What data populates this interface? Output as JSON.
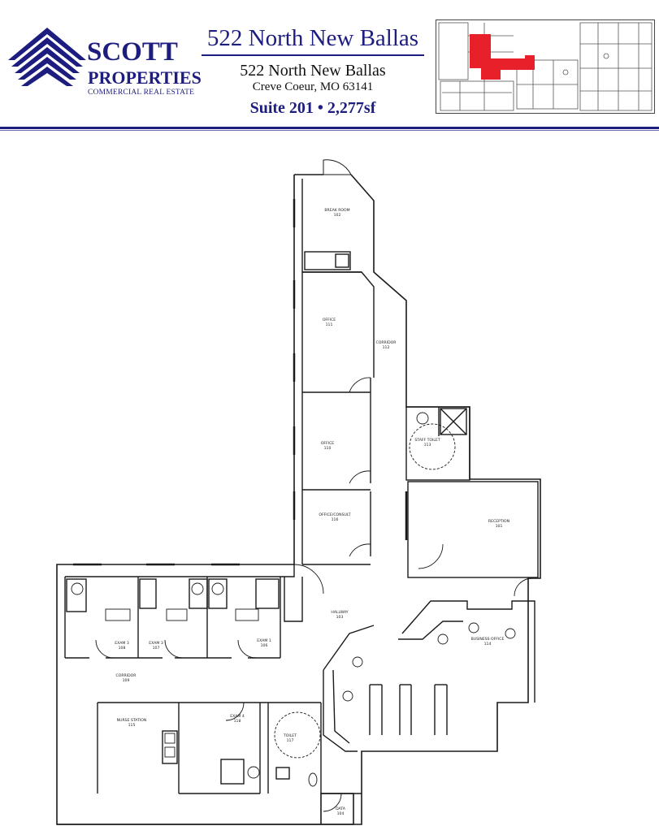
{
  "brand": {
    "name": "SCOTT",
    "sub": "PROPERTIES",
    "tag": "COMMERCIAL REAL ESTATE",
    "color": "#1d1d80"
  },
  "header": {
    "title": "522 North New Ballas",
    "address_line1": "522 North New Ballas",
    "address_line2": "Creve Coeur, MO  63141",
    "suite": "Suite 201  •  2,277sf"
  },
  "keyplan": {
    "highlight_color": "#e8202a"
  },
  "rooms": [
    {
      "id": "break",
      "label": "BREAK ROOM",
      "number": "102"
    },
    {
      "id": "office1",
      "label": "OFFICE",
      "number": "111"
    },
    {
      "id": "corridor1",
      "label": "CORRIDOR",
      "number": "112"
    },
    {
      "id": "office2",
      "label": "OFFICE",
      "number": "110"
    },
    {
      "id": "staff-toilet",
      "label": "STAFF TOILET",
      "number": "113"
    },
    {
      "id": "office-consult",
      "label": "OFFICE/CONSULT",
      "number": "116"
    },
    {
      "id": "reception",
      "label": "RECEPTION",
      "number": "101"
    },
    {
      "id": "hallway",
      "label": "HALLWAY",
      "number": "103"
    },
    {
      "id": "exam3a",
      "label": "EXAM 3",
      "number": "108"
    },
    {
      "id": "exam3b",
      "label": "EXAM 3",
      "number": "107"
    },
    {
      "id": "exam1",
      "label": "EXAM 1",
      "number": "106"
    },
    {
      "id": "business-office",
      "label": "BUSINESS OFFICE",
      "number": "114"
    },
    {
      "id": "corridor2",
      "label": "CORRIDOR",
      "number": "109"
    },
    {
      "id": "nurse-station",
      "label": "NURSE STATION",
      "number": "115"
    },
    {
      "id": "exam4",
      "label": "EXAM 4",
      "number": "118"
    },
    {
      "id": "toilet",
      "label": "TOILET",
      "number": "117"
    },
    {
      "id": "data",
      "label": "DATA",
      "number": "104"
    }
  ]
}
